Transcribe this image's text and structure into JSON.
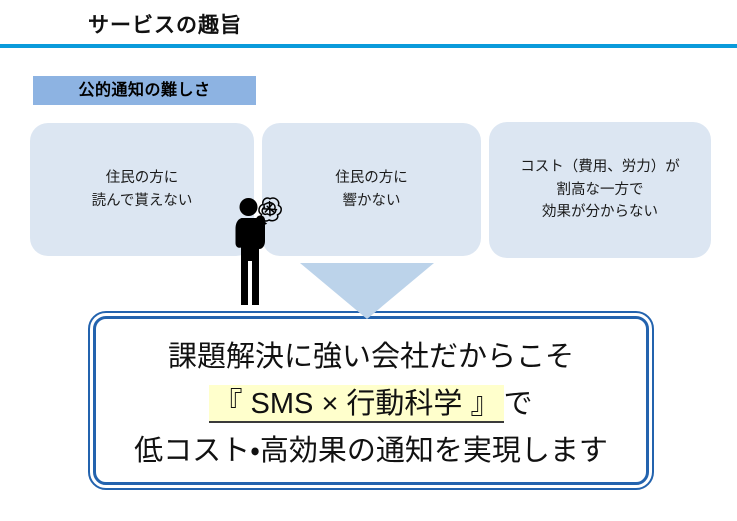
{
  "page": {
    "title": "サービスの趣旨"
  },
  "section": {
    "label": "公的通知の難しさ"
  },
  "problem_cards": [
    {
      "lines": [
        "住民の方に",
        "読んで貰えない"
      ]
    },
    {
      "lines": [
        "住民の方に",
        "響かない"
      ]
    },
    {
      "lines": [
        "コスト（費用、労力）が",
        "割高な一方で",
        "効果が分からない"
      ]
    }
  ],
  "icons": {
    "person": "thinking-person-silhouette",
    "scribble": "confusion-scribble-bubble",
    "arrow": "down-triangle"
  },
  "conclusion": {
    "line1": "課題解決に強い会社だからこそ",
    "highlight": "『 SMS × 行動科学 』",
    "line2_suffix": "で",
    "line3": "低コスト・高効果の通知を実現します"
  },
  "colors": {
    "accent_rule": "#0a9bdb",
    "section_label_bg": "#8db3e2",
    "card_bg": "#dce6f2",
    "triangle": "#bcd3ea",
    "conclusion_border": "#2363ae",
    "highlight_bg": "#ffffcc",
    "silhouette": "#000000"
  }
}
